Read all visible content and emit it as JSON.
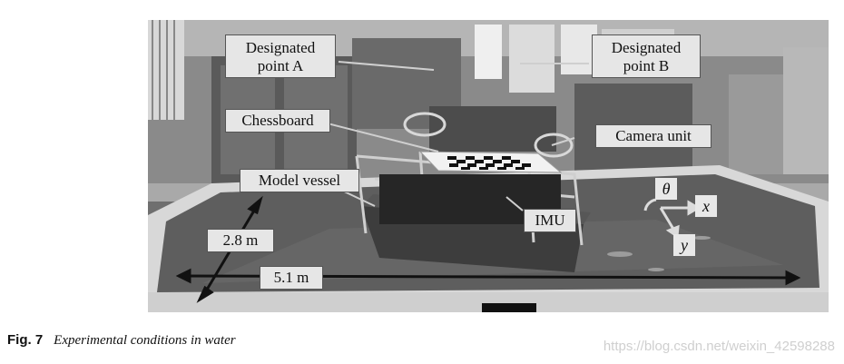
{
  "figure": {
    "labels": {
      "designated_a": "Designated\npoint A",
      "designated_b": "Designated\npoint B",
      "chessboard": "Chessboard",
      "camera_unit": "Camera unit",
      "model_vessel": "Model vessel",
      "imu": "IMU",
      "width_dim": "2.8 m",
      "length_dim": "5.1 m"
    },
    "axes": {
      "theta": "θ",
      "x": "x",
      "y": "y"
    }
  },
  "caption": {
    "fig_number": "Fig. 7",
    "text": "Experimental conditions in water"
  },
  "watermark": "https://blog.csdn.net/weixin_42598288"
}
